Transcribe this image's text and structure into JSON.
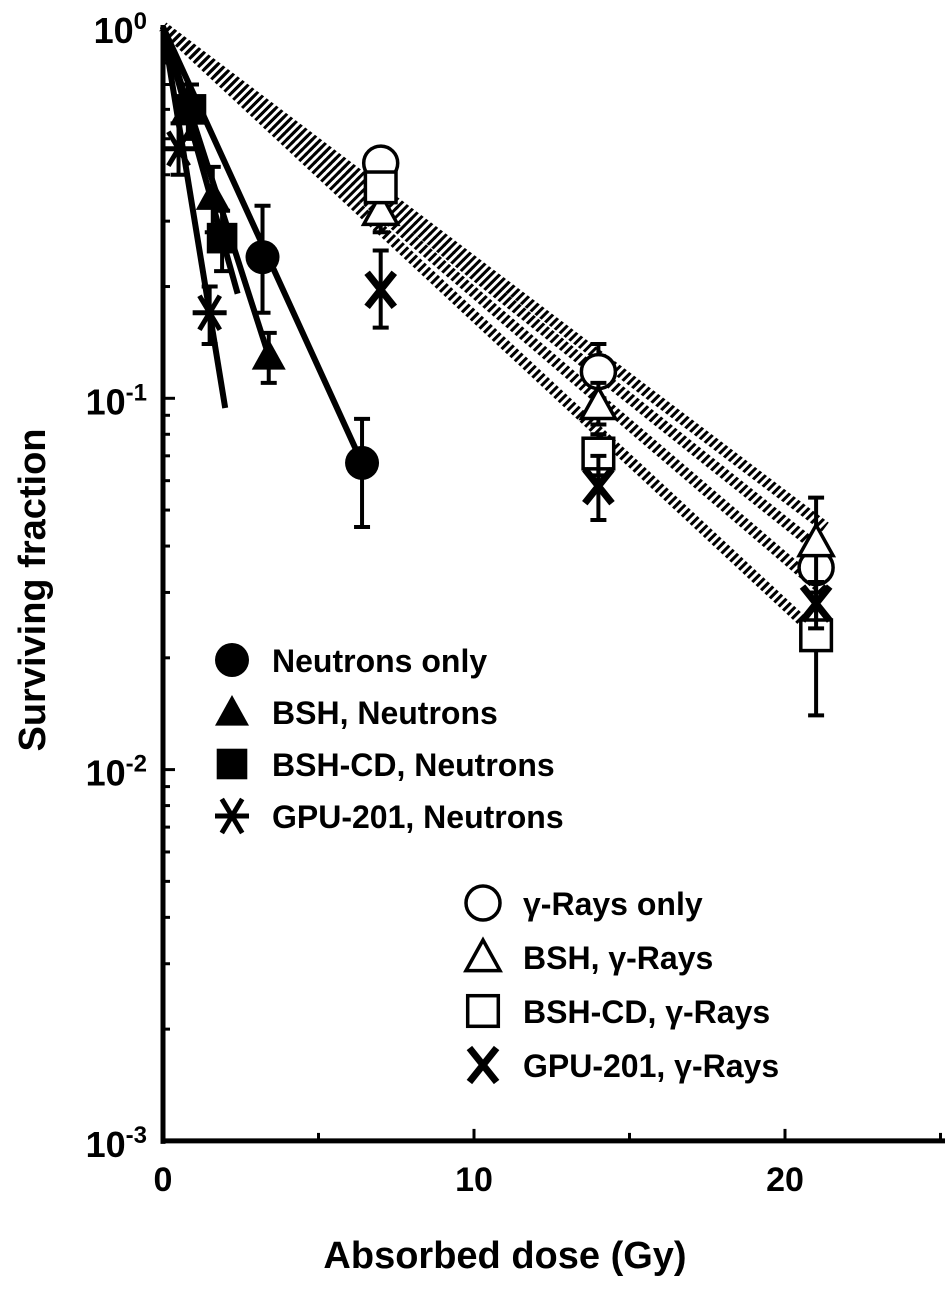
{
  "chart_data": {
    "type": "scatter",
    "xlabel": "Absorbed dose (Gy)",
    "ylabel": "Surviving fraction",
    "xlim": [
      0,
      25
    ],
    "ylim": [
      0.001,
      1
    ],
    "yscale": "log",
    "xticks": [
      {
        "v": 0,
        "label": "0"
      },
      {
        "v": 10,
        "label": "10"
      },
      {
        "v": 20,
        "label": "20"
      }
    ],
    "yticks": [
      {
        "v": 1,
        "base": "10",
        "exp": "0"
      },
      {
        "v": 0.1,
        "base": "10",
        "exp": "-1"
      },
      {
        "v": 0.01,
        "base": "10",
        "exp": "-2"
      },
      {
        "v": 0.001,
        "base": "10",
        "exp": "-3"
      }
    ],
    "series": [
      {
        "name": "Neutrons only",
        "marker": "circle-filled",
        "fit_to": 6.4,
        "x": [
          3.2,
          6.4
        ],
        "y": [
          0.24,
          0.067
        ],
        "err": [
          [
            0.17,
            0.33
          ],
          [
            0.045,
            0.088
          ]
        ]
      },
      {
        "name": "BSH, Neutrons",
        "marker": "triangle-filled",
        "fit_to": 3.4,
        "x": [
          0.8,
          1.6,
          3.4
        ],
        "y": [
          0.6,
          0.35,
          0.13
        ],
        "err": [
          [
            0.5,
            0.7
          ],
          [
            0.28,
            0.42
          ],
          [
            0.11,
            0.15
          ]
        ]
      },
      {
        "name": "BSH-CD, Neutrons",
        "marker": "square-filled",
        "fit_to": 2.4,
        "x": [
          0.9,
          1.9
        ],
        "y": [
          0.6,
          0.27
        ],
        "err": [
          [
            0.5,
            0.7
          ],
          [
            0.22,
            0.32
          ]
        ]
      },
      {
        "name": "GPU-201, Neutrons",
        "marker": "asterisk",
        "fit_to": 2.0,
        "x": [
          0.5,
          1.5
        ],
        "y": [
          0.47,
          0.17
        ],
        "err": [
          [
            0.4,
            0.55
          ],
          [
            0.14,
            0.2
          ]
        ]
      },
      {
        "name": "γ-Rays only",
        "marker": "circle-open",
        "x": [
          7,
          14,
          21
        ],
        "y": [
          0.43,
          0.118,
          0.035
        ],
        "err": [
          [
            0.4,
            0.46
          ],
          [
            0.1,
            0.14
          ],
          [
            0.03,
            0.04
          ]
        ]
      },
      {
        "name": "BSH, γ-Rays",
        "marker": "triangle-open",
        "x": [
          7,
          14,
          21
        ],
        "y": [
          0.32,
          0.096,
          0.041
        ],
        "err": [
          [
            0.28,
            0.36
          ],
          [
            0.085,
            0.11
          ],
          [
            0.032,
            0.054
          ]
        ]
      },
      {
        "name": "BSH-CD, γ-Rays",
        "marker": "square-open",
        "x": [
          7,
          14,
          21
        ],
        "y": [
          0.37,
          0.071,
          0.023
        ],
        "err": [
          [
            0.34,
            0.4
          ],
          [
            0.062,
            0.08
          ],
          [
            0.014,
            0.03
          ]
        ]
      },
      {
        "name": "GPU-201, γ-Rays",
        "marker": "x",
        "x": [
          7,
          14,
          21
        ],
        "y": [
          0.196,
          0.058,
          0.028
        ],
        "err": [
          [
            0.155,
            0.25
          ],
          [
            0.047,
            0.07
          ],
          [
            0.024,
            0.032
          ]
        ]
      }
    ],
    "gamma_fits_end": [
      0.045,
      0.038,
      0.03,
      0.022
    ]
  }
}
